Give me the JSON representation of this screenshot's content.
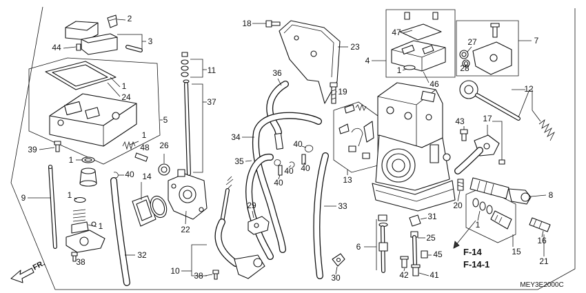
{
  "diagram": {
    "labels": [
      "2",
      "3",
      "44",
      "1",
      "24",
      "5",
      "39",
      "1",
      "48",
      "26",
      "1",
      "40",
      "14",
      "9",
      "1",
      "1",
      "22",
      "32",
      "38",
      "10",
      "38",
      "11",
      "37",
      "18",
      "23",
      "36",
      "19",
      "34",
      "40",
      "35",
      "40",
      "40",
      "40",
      "13",
      "29",
      "33",
      "30",
      "4",
      "47",
      "1",
      "46",
      "27",
      "28",
      "7",
      "12",
      "43",
      "17",
      "20",
      "8",
      "1",
      "6",
      "31",
      "25",
      "45",
      "42",
      "41",
      "15",
      "16",
      "21"
    ],
    "ref_labels": {
      "f14": "F-14",
      "f14_1": "F-14-1"
    },
    "drawing_code": "MEY3E2000C",
    "front_marker": "FR."
  }
}
